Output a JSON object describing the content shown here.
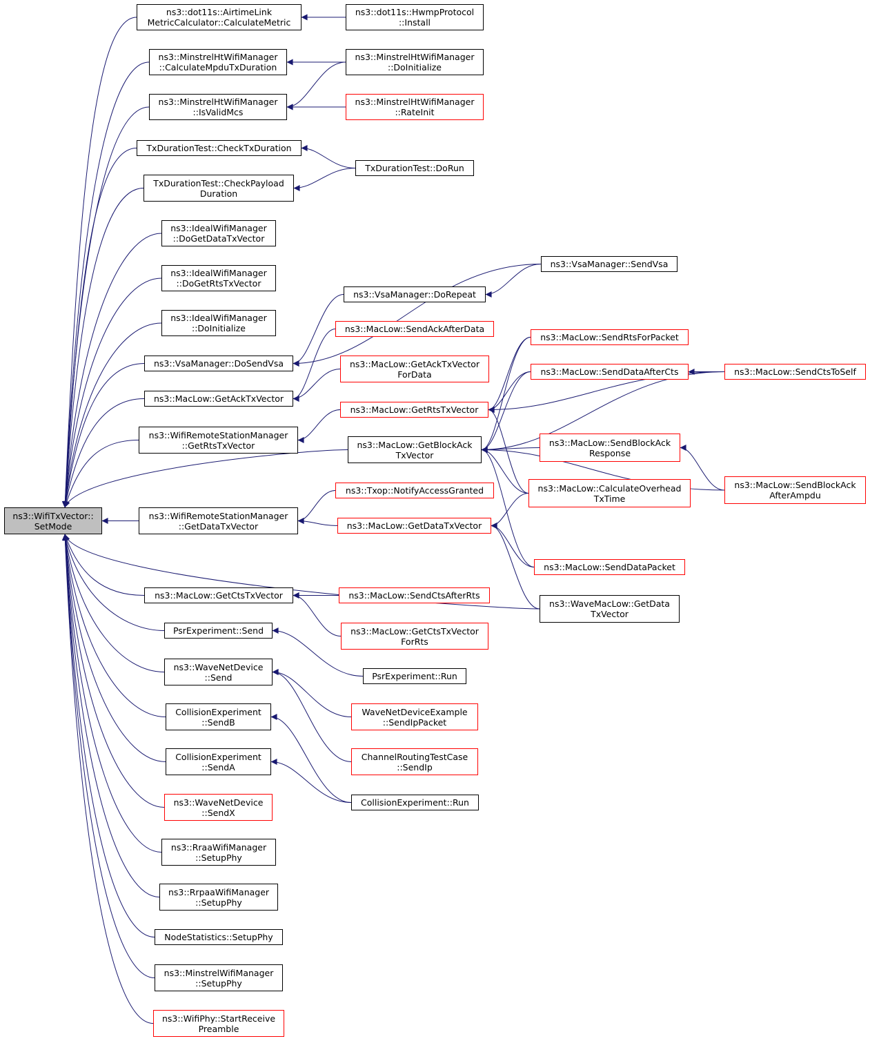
{
  "colors": {
    "edge": "#191970",
    "node_border": "#000000",
    "node_border_truncated": "#ff0000",
    "root_fill": "#bfbfbf",
    "node_fill": "#ffffff"
  },
  "nodes": [
    {
      "id": "root",
      "lines": [
        "ns3::WifiTxVector::",
        "SetMode"
      ],
      "style": "root"
    },
    {
      "id": "n1",
      "lines": [
        "ns3::dot11s::AirtimeLink",
        "MetricCalculator::CalculateMetric"
      ],
      "style": "black"
    },
    {
      "id": "n2",
      "lines": [
        "ns3::MinstrelHtWifiManager",
        "::CalculateMpduTxDuration"
      ],
      "style": "black"
    },
    {
      "id": "n3",
      "lines": [
        "ns3::MinstrelHtWifiManager",
        "::IsValidMcs"
      ],
      "style": "black"
    },
    {
      "id": "n4",
      "lines": [
        "TxDurationTest::CheckTxDuration"
      ],
      "style": "black"
    },
    {
      "id": "n5",
      "lines": [
        "TxDurationTest::CheckPayload",
        "Duration"
      ],
      "style": "black"
    },
    {
      "id": "n6",
      "lines": [
        "ns3::IdealWifiManager",
        "::DoGetDataTxVector"
      ],
      "style": "black"
    },
    {
      "id": "n7",
      "lines": [
        "ns3::IdealWifiManager",
        "::DoGetRtsTxVector"
      ],
      "style": "black"
    },
    {
      "id": "n8",
      "lines": [
        "ns3::IdealWifiManager",
        "::DoInitialize"
      ],
      "style": "black"
    },
    {
      "id": "n9",
      "lines": [
        "ns3::VsaManager::DoSendVsa"
      ],
      "style": "black"
    },
    {
      "id": "n10",
      "lines": [
        "ns3::MacLow::GetAckTxVector"
      ],
      "style": "black"
    },
    {
      "id": "n11",
      "lines": [
        "ns3::WifiRemoteStationManager",
        "::GetRtsTxVector"
      ],
      "style": "black"
    },
    {
      "id": "n12",
      "lines": [
        "ns3::WifiRemoteStationManager",
        "::GetDataTxVector"
      ],
      "style": "black"
    },
    {
      "id": "n13",
      "lines": [
        "ns3::MacLow::GetCtsTxVector"
      ],
      "style": "black"
    },
    {
      "id": "n14",
      "lines": [
        "PsrExperiment::Send"
      ],
      "style": "black"
    },
    {
      "id": "n15",
      "lines": [
        "ns3::WaveNetDevice",
        "::Send"
      ],
      "style": "black"
    },
    {
      "id": "n16",
      "lines": [
        "CollisionExperiment",
        "::SendB"
      ],
      "style": "black"
    },
    {
      "id": "n17",
      "lines": [
        "CollisionExperiment",
        "::SendA"
      ],
      "style": "black"
    },
    {
      "id": "n18",
      "lines": [
        "ns3::WaveNetDevice",
        "::SendX"
      ],
      "style": "red"
    },
    {
      "id": "n19",
      "lines": [
        "ns3::RraaWifiManager",
        "::SetupPhy"
      ],
      "style": "black"
    },
    {
      "id": "n20",
      "lines": [
        "ns3::RrpaaWifiManager",
        "::SetupPhy"
      ],
      "style": "black"
    },
    {
      "id": "n21",
      "lines": [
        "NodeStatistics::SetupPhy"
      ],
      "style": "black"
    },
    {
      "id": "n22",
      "lines": [
        "ns3::MinstrelWifiManager",
        "::SetupPhy"
      ],
      "style": "black"
    },
    {
      "id": "n23",
      "lines": [
        "ns3::WifiPhy::StartReceive",
        "Preamble"
      ],
      "style": "red"
    },
    {
      "id": "n24",
      "lines": [
        "ns3::MacLow::GetBlockAck",
        "TxVector"
      ],
      "style": "black"
    },
    {
      "id": "m1",
      "lines": [
        "ns3::dot11s::HwmpProtocol",
        "::Install"
      ],
      "style": "black"
    },
    {
      "id": "m2",
      "lines": [
        "ns3::MinstrelHtWifiManager",
        "::DoInitialize"
      ],
      "style": "black"
    },
    {
      "id": "m3",
      "lines": [
        "ns3::MinstrelHtWifiManager",
        "::RateInit"
      ],
      "style": "red"
    },
    {
      "id": "m4",
      "lines": [
        "TxDurationTest::DoRun"
      ],
      "style": "black"
    },
    {
      "id": "m5",
      "lines": [
        "ns3::VsaManager::DoRepeat"
      ],
      "style": "black"
    },
    {
      "id": "m6",
      "lines": [
        "ns3::MacLow::SendAckAfterData"
      ],
      "style": "red"
    },
    {
      "id": "m7",
      "lines": [
        "ns3::MacLow::GetAckTxVector",
        "ForData"
      ],
      "style": "red"
    },
    {
      "id": "m8",
      "lines": [
        "ns3::MacLow::GetRtsTxVector"
      ],
      "style": "red"
    },
    {
      "id": "m9",
      "lines": [
        "ns3::Txop::NotifyAccessGranted"
      ],
      "style": "red"
    },
    {
      "id": "m10",
      "lines": [
        "ns3::MacLow::GetDataTxVector"
      ],
      "style": "red"
    },
    {
      "id": "m11",
      "lines": [
        "ns3::MacLow::SendCtsAfterRts"
      ],
      "style": "red"
    },
    {
      "id": "m12",
      "lines": [
        "ns3::MacLow::GetCtsTxVector",
        "ForRts"
      ],
      "style": "red"
    },
    {
      "id": "m13",
      "lines": [
        "PsrExperiment::Run"
      ],
      "style": "black"
    },
    {
      "id": "m14",
      "lines": [
        "WaveNetDeviceExample",
        "::SendIpPacket"
      ],
      "style": "red"
    },
    {
      "id": "m15",
      "lines": [
        "ChannelRoutingTestCase",
        "::SendIp"
      ],
      "style": "red"
    },
    {
      "id": "m16",
      "lines": [
        "CollisionExperiment::Run"
      ],
      "style": "black"
    },
    {
      "id": "r1",
      "lines": [
        "ns3::VsaManager::SendVsa"
      ],
      "style": "black"
    },
    {
      "id": "r2",
      "lines": [
        "ns3::MacLow::SendRtsForPacket"
      ],
      "style": "red"
    },
    {
      "id": "r3",
      "lines": [
        "ns3::MacLow::SendDataAfterCts"
      ],
      "style": "red"
    },
    {
      "id": "r4",
      "lines": [
        "ns3::MacLow::SendBlockAck",
        "Response"
      ],
      "style": "red"
    },
    {
      "id": "r5",
      "lines": [
        "ns3::MacLow::CalculateOverhead",
        "TxTime"
      ],
      "style": "red"
    },
    {
      "id": "r6",
      "lines": [
        "ns3::MacLow::SendDataPacket"
      ],
      "style": "red"
    },
    {
      "id": "r7",
      "lines": [
        "ns3::WaveMacLow::GetData",
        "TxVector"
      ],
      "style": "black"
    },
    {
      "id": "s1",
      "lines": [
        "ns3::MacLow::SendCtsToSelf"
      ],
      "style": "red"
    },
    {
      "id": "s2",
      "lines": [
        "ns3::MacLow::SendBlockAck",
        "AfterAmpdu"
      ],
      "style": "red"
    }
  ],
  "edges": [
    [
      "n1",
      "root"
    ],
    [
      "n2",
      "root"
    ],
    [
      "n3",
      "root"
    ],
    [
      "n4",
      "root"
    ],
    [
      "n5",
      "root"
    ],
    [
      "n6",
      "root"
    ],
    [
      "n7",
      "root"
    ],
    [
      "n8",
      "root"
    ],
    [
      "n9",
      "root"
    ],
    [
      "n10",
      "root"
    ],
    [
      "n11",
      "root"
    ],
    [
      "n12",
      "root"
    ],
    [
      "n13",
      "root"
    ],
    [
      "n14",
      "root"
    ],
    [
      "n15",
      "root"
    ],
    [
      "n16",
      "root"
    ],
    [
      "n17",
      "root"
    ],
    [
      "n18",
      "root"
    ],
    [
      "n19",
      "root"
    ],
    [
      "n20",
      "root"
    ],
    [
      "n21",
      "root"
    ],
    [
      "n22",
      "root"
    ],
    [
      "n23",
      "root"
    ],
    [
      "n24",
      "root"
    ],
    [
      "r7",
      "root"
    ],
    [
      "m1",
      "n1"
    ],
    [
      "m2",
      "n2"
    ],
    [
      "m2",
      "n3"
    ],
    [
      "m3",
      "n3"
    ],
    [
      "m4",
      "n4"
    ],
    [
      "m4",
      "n5"
    ],
    [
      "m5",
      "n9"
    ],
    [
      "r1",
      "n9"
    ],
    [
      "r1",
      "m5"
    ],
    [
      "m6",
      "n10"
    ],
    [
      "m7",
      "n10"
    ],
    [
      "m8",
      "n11"
    ],
    [
      "m9",
      "n12"
    ],
    [
      "m10",
      "n12"
    ],
    [
      "m11",
      "n13"
    ],
    [
      "m12",
      "n13"
    ],
    [
      "m13",
      "n14"
    ],
    [
      "m14",
      "n15"
    ],
    [
      "m15",
      "n15"
    ],
    [
      "m16",
      "n16"
    ],
    [
      "m16",
      "n17"
    ],
    [
      "r2",
      "m8"
    ],
    [
      "r3",
      "m8"
    ],
    [
      "s1",
      "m8"
    ],
    [
      "r5",
      "m8"
    ],
    [
      "r2",
      "n24"
    ],
    [
      "r3",
      "n24"
    ],
    [
      "s1",
      "n24"
    ],
    [
      "r4",
      "n24"
    ],
    [
      "r5",
      "n24"
    ],
    [
      "r6",
      "n24"
    ],
    [
      "s2",
      "n24"
    ],
    [
      "r5",
      "m10"
    ],
    [
      "r6",
      "m10"
    ],
    [
      "r7",
      "m10"
    ],
    [
      "s1",
      "r3"
    ],
    [
      "s2",
      "r4"
    ]
  ]
}
